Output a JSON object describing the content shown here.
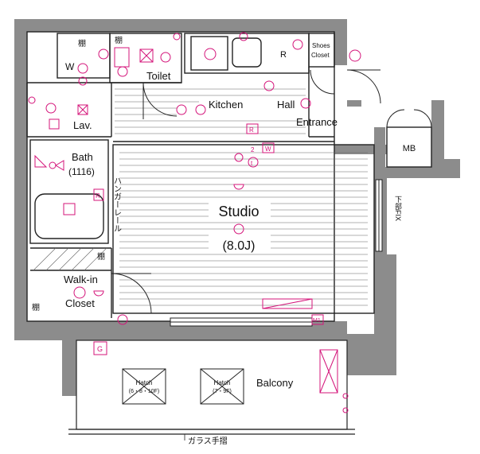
{
  "rooms": {
    "studio": "Studio",
    "studio_size": "(8.0J)",
    "kitchen": "Kitchen",
    "hall": "Hall",
    "entrance": "Entrance",
    "toilet": "Toilet",
    "lavatory": "Lav.",
    "bath": "Bath",
    "bath_size": "(1116)",
    "walkin_line1": "Walk-in",
    "walkin_line2": "Closet",
    "balcony": "Balcony",
    "shoes_line1": "Shoes",
    "shoes_line2": "Closet",
    "mb": "MB"
  },
  "annotations": {
    "shelf_1": "棚",
    "shelf_2": "棚",
    "shelf_3": "棚",
    "shelf_4": "棚",
    "hanger_rail": "ハンガーレール",
    "lower_part": "下部FIX",
    "glass_rail": "ガラス手摺",
    "washer": "W",
    "refrigerator": "R"
  },
  "hatches": [
    {
      "title": "Hatch",
      "floors": "(6・8・10F)"
    },
    {
      "title": "Hatch",
      "floors": "(7・9F)"
    }
  ],
  "symbols": {
    "gas": "G",
    "r_mark": "R",
    "w_mark": "W",
    "two_mark": "2",
    "t_mark": "t",
    "m1_mark": "M1",
    "bath_r": "R"
  },
  "colors": {
    "wall": "#8c8c8c",
    "line": "#222222",
    "equipment": "#d4147a",
    "floor_lines": "#555555"
  }
}
